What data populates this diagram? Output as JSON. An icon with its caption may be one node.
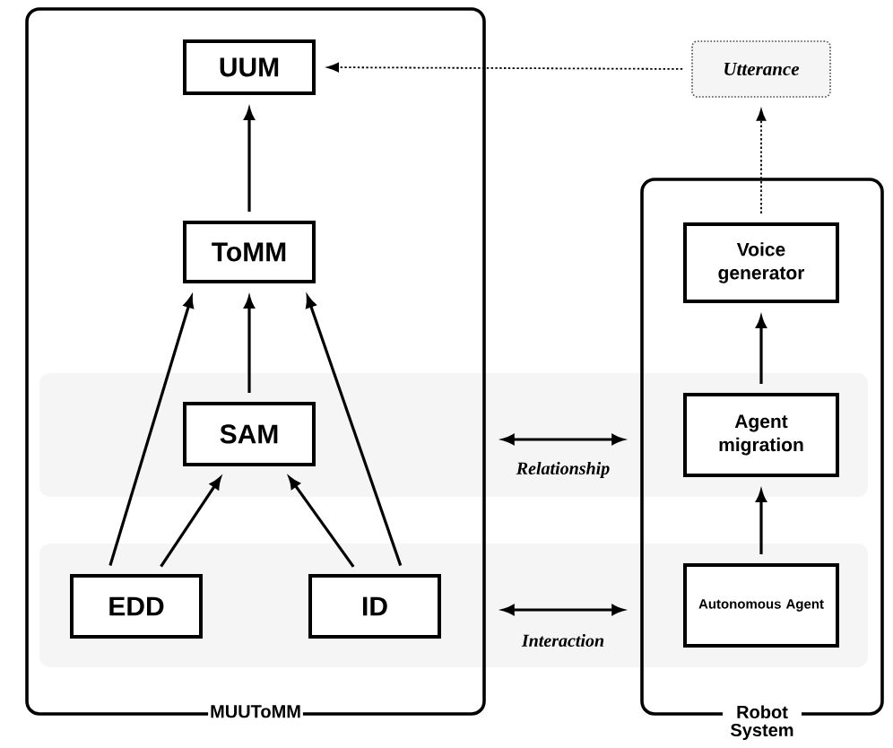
{
  "diagram": {
    "nodes": [
      {
        "text": [
          "MUUToMM"
        ]
      },
      {
        "text": [
          "UUM"
        ],
        "in": 0
      },
      {
        "text": [
          "ToMM"
        ],
        "in": 0
      },
      {
        "text": [
          "SAM"
        ],
        "in": 0
      },
      {
        "text": [
          "EDD"
        ],
        "in": 0
      },
      {
        "text": [
          "ID"
        ],
        "in": 0
      },
      {
        "text": [
          "Robot System"
        ]
      },
      {
        "text": [
          "Voice generator"
        ],
        "in": 6
      },
      {
        "text": [
          "Agent migration"
        ],
        "in": 6
      },
      {
        "text": [
          "Autonomous Agent"
        ],
        "in": 6
      },
      {
        "text": [
          "Utterance"
        ]
      }
    ],
    "edges": [
      {
        "from": 2,
        "to": 1,
        "arrow": "to"
      },
      {
        "from": 3,
        "to": 2,
        "arrow": "to"
      },
      {
        "from": 4,
        "to": 2,
        "arrow": "to"
      },
      {
        "from": 5,
        "to": 2,
        "arrow": "to"
      },
      {
        "from": 4,
        "to": 3,
        "arrow": "to"
      },
      {
        "from": 5,
        "to": 3,
        "arrow": "to"
      },
      {
        "from": 9,
        "to": 8,
        "arrow": "to"
      },
      {
        "from": 8,
        "to": 7,
        "arrow": "to"
      },
      {
        "from": 7,
        "to": 10,
        "arrow": "to",
        "style": "dashed"
      },
      {
        "from": 10,
        "to": 1,
        "arrow": "to",
        "style": "dashed"
      },
      {
        "from": 0,
        "to": 6,
        "arrow": "both",
        "label": "Relationship"
      },
      {
        "from": 0,
        "to": 6,
        "arrow": "both",
        "label": "Interaction"
      }
    ]
  }
}
